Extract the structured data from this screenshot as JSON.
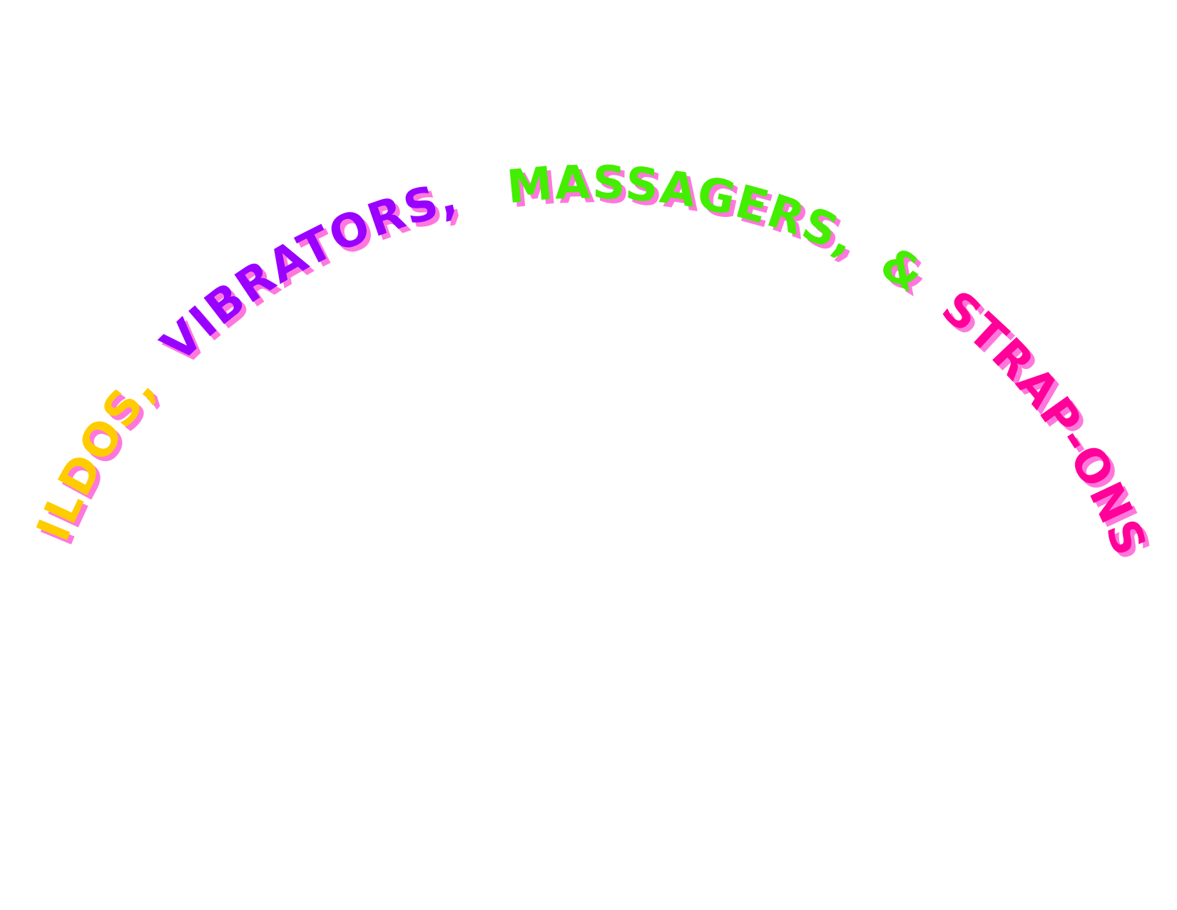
{
  "banner": {
    "segments": [
      {
        "text": "DILDOS,",
        "color": "#ffcc00"
      },
      {
        "text": "VIBRATORS,",
        "color": "#9900ff"
      },
      {
        "text": "MASSAGERS,",
        "color": "#44ee00"
      },
      {
        "text": "&",
        "color": "#44ee00"
      },
      {
        "text": "STRAP-ONS!",
        "color": "#ff0099"
      }
    ],
    "shadow_color": "#ff77dd"
  }
}
